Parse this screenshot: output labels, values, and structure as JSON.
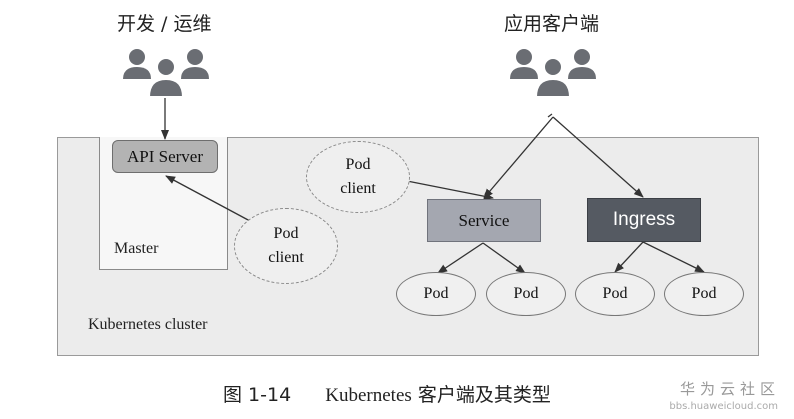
{
  "groups": {
    "dev_ops": "开发 / 运维",
    "app_client": "应用客户端"
  },
  "cluster": {
    "label": "Kubernetes cluster",
    "master_label": "Master",
    "api_server": "API Server",
    "service": "Service",
    "ingress": "Ingress"
  },
  "pod_client": {
    "line1": "Pod",
    "line2": "client"
  },
  "pods": [
    "Pod",
    "Pod",
    "Pod",
    "Pod"
  ],
  "caption": {
    "fig_label": "图 1-14",
    "title_en": "Kubernetes",
    "title_cn": "客户端及其类型"
  },
  "watermark": {
    "brand": "华为云社区",
    "url": "bbs.huaweicloud.com"
  },
  "colors": {
    "cluster_bg": "#ececec",
    "service_bg": "#a4a7b0",
    "ingress_bg": "#555a62",
    "api_bg": "#b3b3b3",
    "people_icon": "#6a6d73"
  },
  "icons": [
    "people-group-icon",
    "people-group-icon"
  ]
}
